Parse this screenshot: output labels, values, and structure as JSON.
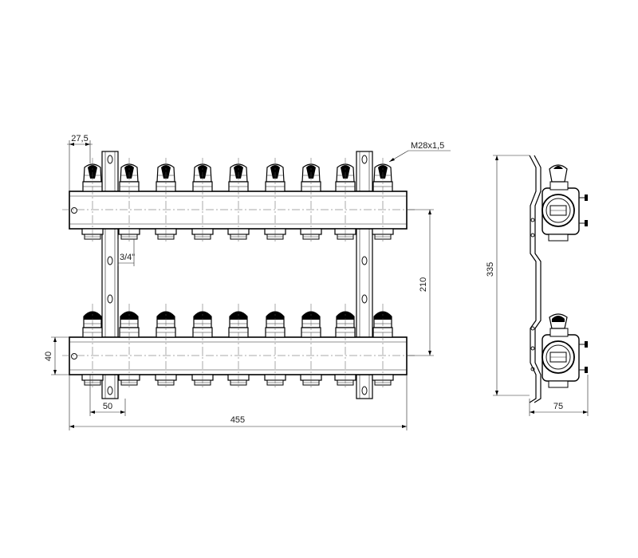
{
  "dimensions": {
    "spacing_first": "27,5",
    "thread": "M28x1,5",
    "pipe_thread": "3/4\"",
    "bar_height": "40",
    "bar_distance": "210",
    "bracket_offset": "50",
    "total_length": "455",
    "total_height": "335",
    "depth": "75"
  }
}
